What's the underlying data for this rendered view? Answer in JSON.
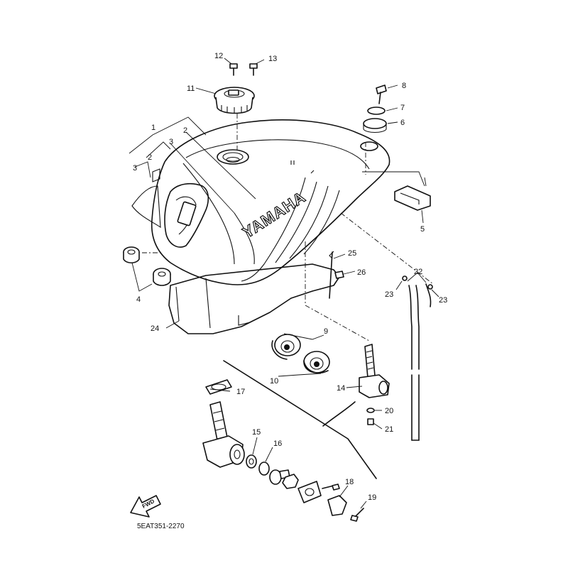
{
  "diagram": {
    "brand_text": "YAMAHA",
    "forward_label": "FWD",
    "drawing_code": "5EAT351-2270",
    "callouts": {
      "c1": "1",
      "c2a": "2",
      "c2b": "2",
      "c3a": "3",
      "c3b": "3",
      "c4": "4",
      "c5": "5",
      "c6": "6",
      "c7": "7",
      "c8": "8",
      "c9": "9",
      "c10": "10",
      "c11": "11",
      "c12": "12",
      "c13": "13",
      "c14": "14",
      "c15": "15",
      "c16": "16",
      "c17": "17",
      "c18": "18",
      "c19": "19",
      "c20": "20",
      "c21": "21",
      "c22": "22",
      "c23a": "23",
      "c23b": "23",
      "c24": "24",
      "c25": "25",
      "c26": "26"
    }
  }
}
